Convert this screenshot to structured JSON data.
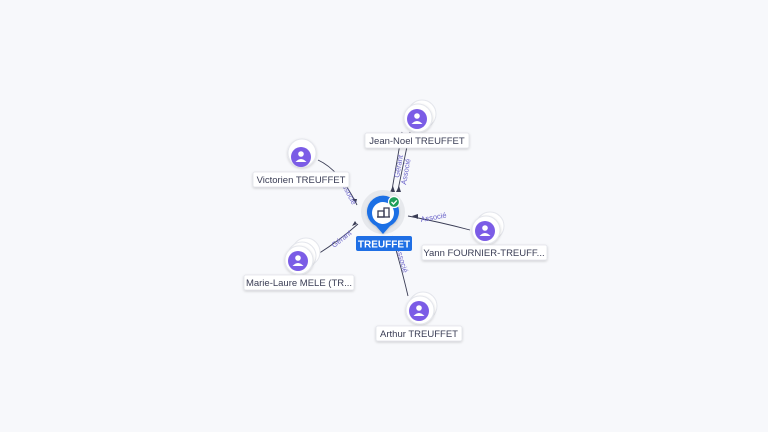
{
  "center": {
    "label": "TREUFFET",
    "icon": "company-building-icon",
    "badge_icon": "verified-check-icon",
    "color": "#1f6fe5",
    "badge_color": "#1e9e5a"
  },
  "person_color": "#7b5ce6",
  "people": [
    {
      "key": "jean-noel",
      "label": "Jean-Noel TREUFFET",
      "relations": [
        "Gérant",
        "Associé"
      ]
    },
    {
      "key": "victorien",
      "label": "Victorien TREUFFET",
      "relations": [
        "Associé"
      ]
    },
    {
      "key": "yann",
      "label": "Yann FOURNIER-TREUFF...",
      "relations": [
        "Associé"
      ]
    },
    {
      "key": "marie-laure",
      "label": "Marie-Laure MELE (TR...",
      "relations": [
        "Gérant"
      ]
    },
    {
      "key": "arthur",
      "label": "Arthur TREUFFET",
      "relations": [
        "Associé"
      ]
    }
  ]
}
